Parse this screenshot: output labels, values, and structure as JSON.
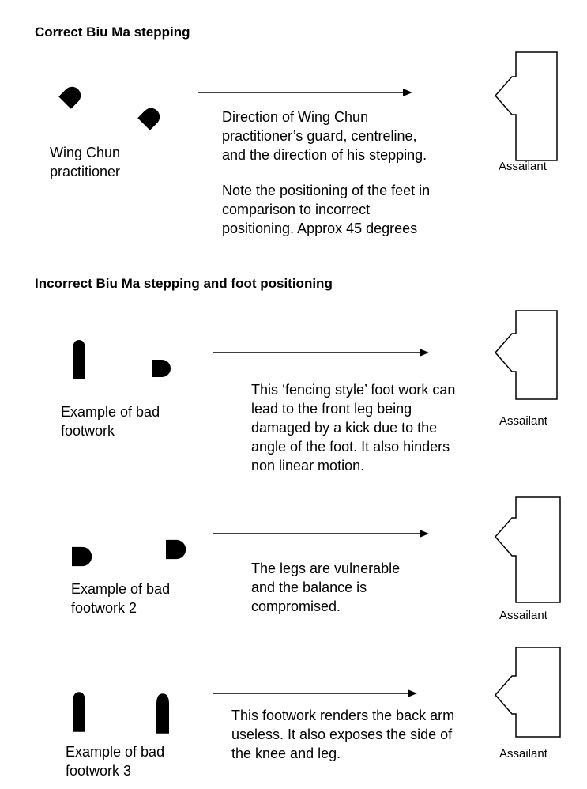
{
  "sections": [
    {
      "heading": "Correct Biu Ma stepping",
      "label": "Wing Chun\npractitioner",
      "description": "Direction of Wing Chun\npractitioner’s guard, centreline,\nand the direction of his stepping.",
      "note": "Note the positioning  of the feet in\ncomparison to incorrect\npositioning. Approx 45 degrees",
      "target": "Assailant"
    },
    {
      "heading": "Incorrect Biu Ma stepping and foot positioning",
      "label": "Example of bad\nfootwork",
      "description": "This ‘fencing style’ foot work can\nlead to the front leg being\ndamaged by a kick due to the\nangle of the foot. It also hinders\nnon linear motion.",
      "target": "Assailant"
    },
    {
      "label": "Example of bad\nfootwork 2",
      "description": "The legs are vulnerable\nand the balance is\ncompromised.",
      "target": "Assailant"
    },
    {
      "label": "Example of bad\nfootwork 3",
      "description": "This footwork renders the back arm\nuseless. It also exposes the side of\nthe knee and leg.",
      "target": "Assailant"
    }
  ],
  "colors": {
    "ink": "#000000",
    "background": "#ffffff"
  },
  "icons": [
    "foot-shape-icon",
    "direction-arrow",
    "assailant-figure-icon"
  ]
}
